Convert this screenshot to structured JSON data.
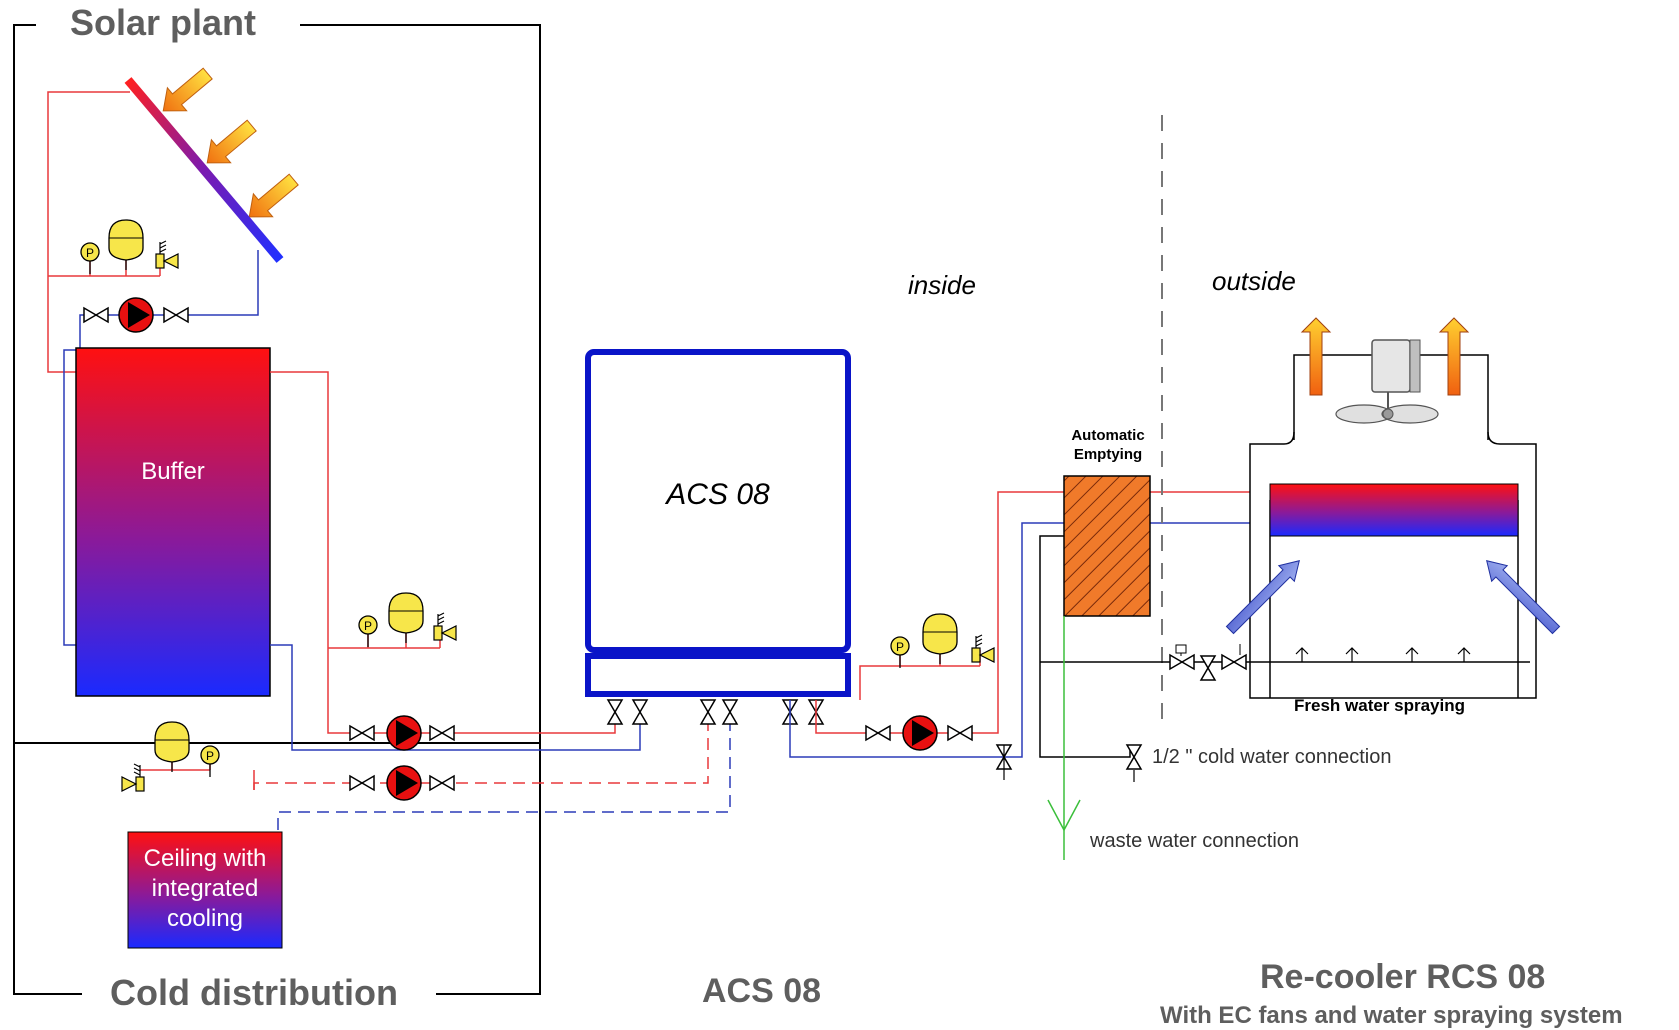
{
  "labels": {
    "solar_plant": "Solar plant",
    "cold_distribution": "Cold distribution",
    "acs_bottom": "ACS 08",
    "recooler_title": "Re-cooler RCS 08",
    "recooler_sub": "With EC fans and water spraying system",
    "buffer": "Buffer",
    "acs_box": "ACS 08",
    "inside": "inside",
    "outside": "outside",
    "automatic_emptying": "Automatic Emptying",
    "fresh_water_spraying": "Fresh water spraying",
    "cold_water_connection": "1/2 \" cold water connection",
    "waste_water_connection": "waste water connection",
    "ceiling": "Ceiling with integrated cooling",
    "pressure_gauge": "P"
  },
  "colors": {
    "hot_line": "#e8393b",
    "cold_line": "#2b3bb8",
    "frame": "#000000",
    "acs_box": "#0a14c8",
    "gradient_top": "#ff1010",
    "gradient_bottom": "#1a2aff",
    "emptying_fill": "#f07a2a",
    "arrow_sun": "#f5a21a",
    "drain_line": "#3bbf3b",
    "title_text": "#5e5e5e"
  }
}
